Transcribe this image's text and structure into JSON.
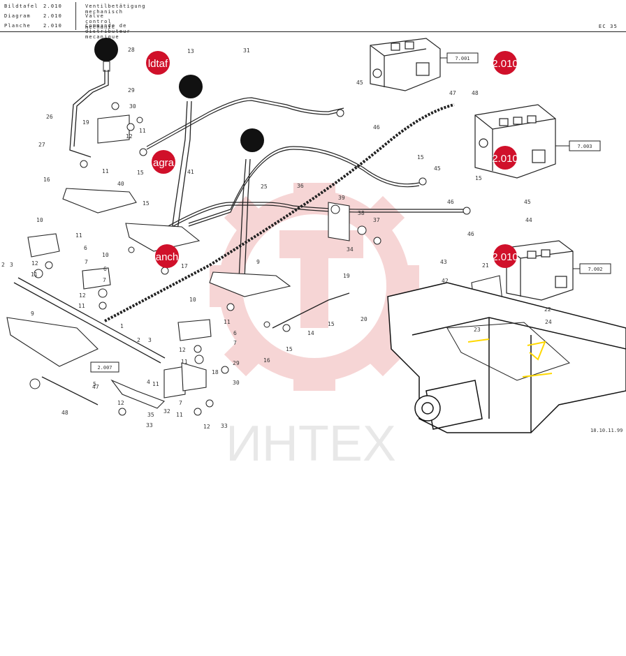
{
  "header": {
    "rows": [
      {
        "label": "Bildtafel",
        "number": "2.010",
        "desc": "Ventilbetätigung mechanisch"
      },
      {
        "label": "Diagram",
        "number": "2.010",
        "desc": "Valve control mechanic"
      },
      {
        "label": "Planche",
        "number": "2.010",
        "desc": "Commande de distributeur mecanique"
      }
    ],
    "page_code": "EC 35"
  },
  "badges": [
    "ldtaf",
    "2.010",
    "agra",
    "2.010",
    "anch",
    "2.010"
  ],
  "ref_boxes": [
    "7.001",
    "7.003",
    "7.002",
    "2.007"
  ],
  "watermark": {
    "text": "ИНТЕХ",
    "color": "#e8a0a0"
  },
  "date_code": "18.10.11.99",
  "part_numbers": [
    "28",
    "13",
    "31",
    "26",
    "29",
    "30",
    "19",
    "11",
    "12",
    "27",
    "15",
    "16",
    "11",
    "40",
    "15",
    "41",
    "25",
    "36",
    "39",
    "38",
    "37",
    "34",
    "10",
    "11",
    "6",
    "12",
    "11",
    "7",
    "10",
    "6",
    "12",
    "11",
    "7",
    "2",
    "3",
    "9",
    "1",
    "2",
    "3",
    "4",
    "11",
    "5",
    "47",
    "48",
    "12",
    "35",
    "33",
    "32",
    "18",
    "7",
    "11",
    "12",
    "33",
    "9",
    "10",
    "11",
    "6",
    "12",
    "11",
    "7",
    "16",
    "15",
    "14",
    "15",
    "19",
    "20",
    "29",
    "30",
    "45",
    "46",
    "47",
    "48",
    "15",
    "45",
    "46",
    "15",
    "45",
    "46",
    "44",
    "43",
    "42",
    "21",
    "23",
    "22",
    "24",
    "17"
  ],
  "colors": {
    "badge": "#d0102a",
    "line": "#222222"
  }
}
